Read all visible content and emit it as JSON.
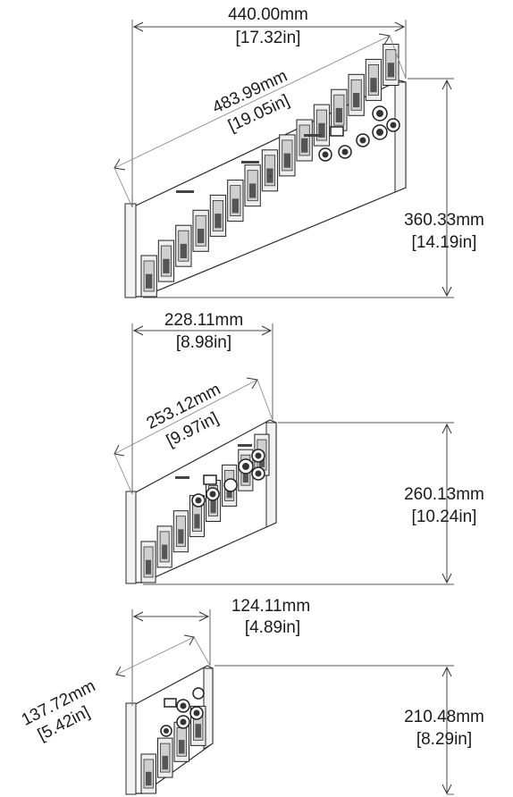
{
  "diagram": {
    "modules": [
      {
        "id": "large",
        "width_mm": "440.00mm",
        "width_in": "[17.32in]",
        "diagonal_mm": "483.99mm",
        "diagonal_in": "[19.05in]",
        "height_mm": "360.33mm",
        "height_in": "[14.19in]",
        "block_count": 15
      },
      {
        "id": "medium",
        "width_mm": "228.11mm",
        "width_in": "[8.98in]",
        "diagonal_mm": "253.12mm",
        "diagonal_in": "[9.97in]",
        "height_mm": "260.13mm",
        "height_in": "[10.24in]",
        "block_count": 8
      },
      {
        "id": "small",
        "width_mm": "124.11mm",
        "width_in": "[4.89in]",
        "diagonal_mm": "137.72mm",
        "diagonal_in": "[5.42in]",
        "height_mm": "210.48mm",
        "height_in": "[8.29in]",
        "block_count": 4
      }
    ]
  }
}
